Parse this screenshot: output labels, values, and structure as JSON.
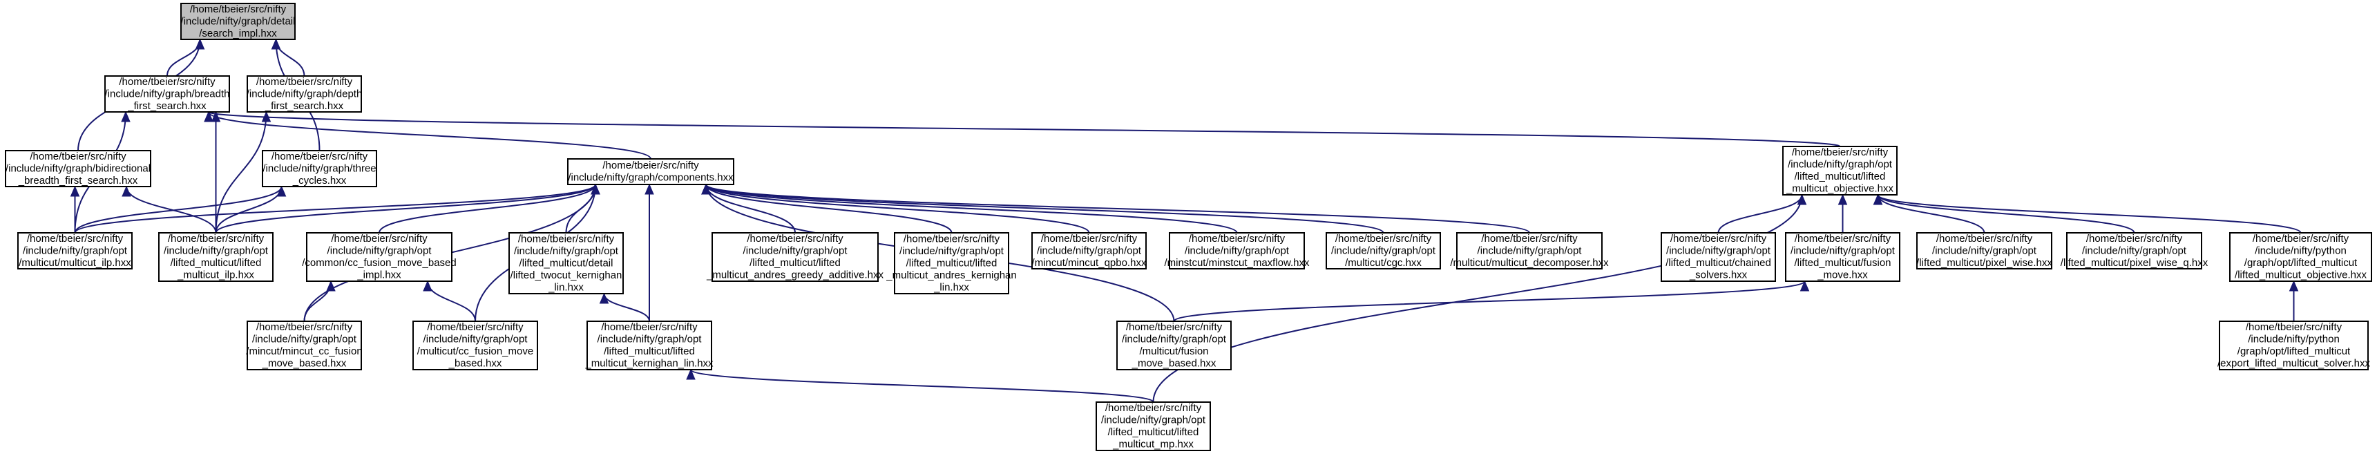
{
  "diagram": {
    "type": "include-dependency-graph",
    "edge_color": "#191970",
    "root_fill": "#bfbfbf",
    "nodes": [
      {
        "id": "search_impl",
        "root": true,
        "lines": [
          "/home/tbeier/src/nifty",
          "/include/nifty/graph/detail",
          "/search_impl.hxx"
        ]
      },
      {
        "id": "breadth_first_search",
        "lines": [
          "/home/tbeier/src/nifty",
          "/include/nifty/graph/breadth",
          "_first_search.hxx"
        ]
      },
      {
        "id": "depth_first_search",
        "lines": [
          "/home/tbeier/src/nifty",
          "/include/nifty/graph/depth",
          "_first_search.hxx"
        ]
      },
      {
        "id": "bidirectional_bfs",
        "lines": [
          "/home/tbeier/src/nifty",
          "/include/nifty/graph/bidirectional",
          "_breadth_first_search.hxx"
        ]
      },
      {
        "id": "three_cycles",
        "lines": [
          "/home/tbeier/src/nifty",
          "/include/nifty/graph/three",
          "_cycles.hxx"
        ]
      },
      {
        "id": "components",
        "lines": [
          "/home/tbeier/src/nifty",
          "/include/nifty/graph/components.hxx"
        ]
      },
      {
        "id": "lifted_multicut_objective",
        "lines": [
          "/home/tbeier/src/nifty",
          "/include/nifty/graph/opt",
          "/lifted_multicut/lifted",
          "_multicut_objective.hxx"
        ]
      },
      {
        "id": "multicut_ilp",
        "lines": [
          "/home/tbeier/src/nifty",
          "/include/nifty/graph/opt",
          "/multicut/multicut_ilp.hxx"
        ]
      },
      {
        "id": "lifted_multicut_ilp",
        "lines": [
          "/home/tbeier/src/nifty",
          "/include/nifty/graph/opt",
          "/lifted_multicut/lifted",
          "_multicut_ilp.hxx"
        ]
      },
      {
        "id": "cc_fusion_move_based_impl",
        "lines": [
          "/home/tbeier/src/nifty",
          "/include/nifty/graph/opt",
          "/common/cc_fusion_move_based",
          "_impl.hxx"
        ]
      },
      {
        "id": "lifted_twocut_kernighan_lin",
        "lines": [
          "/home/tbeier/src/nifty",
          "/include/nifty/graph/opt",
          "/lifted_multicut/detail",
          "/lifted_twocut_kernighan",
          "_lin.hxx"
        ]
      },
      {
        "id": "lifted_multicut_andres_greedy_additive",
        "lines": [
          "/home/tbeier/src/nifty",
          "/include/nifty/graph/opt",
          "/lifted_multicut/lifted",
          "_multicut_andres_greedy_additive.hxx"
        ]
      },
      {
        "id": "lifted_multicut_andres_kernighan_lin",
        "lines": [
          "/home/tbeier/src/nifty",
          "/include/nifty/graph/opt",
          "/lifted_multicut/lifted",
          "_multicut_andres_kernighan",
          "_lin.hxx"
        ]
      },
      {
        "id": "mincut_qpbo",
        "lines": [
          "/home/tbeier/src/nifty",
          "/include/nifty/graph/opt",
          "/mincut/mincut_qpbo.hxx"
        ]
      },
      {
        "id": "minstcut_maxflow",
        "lines": [
          "/home/tbeier/src/nifty",
          "/include/nifty/graph/opt",
          "/minstcut/minstcut_maxflow.hxx"
        ]
      },
      {
        "id": "cgc",
        "lines": [
          "/home/tbeier/src/nifty",
          "/include/nifty/graph/opt",
          "/multicut/cgc.hxx"
        ]
      },
      {
        "id": "multicut_decomposer",
        "lines": [
          "/home/tbeier/src/nifty",
          "/include/nifty/graph/opt",
          "/multicut/multicut_decomposer.hxx"
        ]
      },
      {
        "id": "lifted_multicut_chained_solvers",
        "lines": [
          "/home/tbeier/src/nifty",
          "/include/nifty/graph/opt",
          "/lifted_multicut/chained",
          "_solvers.hxx"
        ]
      },
      {
        "id": "lifted_multicut_fusion_move",
        "lines": [
          "/home/tbeier/src/nifty",
          "/include/nifty/graph/opt",
          "/lifted_multicut/fusion",
          "_move.hxx"
        ]
      },
      {
        "id": "pixel_wise",
        "lines": [
          "/home/tbeier/src/nifty",
          "/include/nifty/graph/opt",
          "/lifted_multicut/pixel_wise.hxx"
        ]
      },
      {
        "id": "pixel_wise_q",
        "lines": [
          "/home/tbeier/src/nifty",
          "/include/nifty/graph/opt",
          "/lifted_multicut/pixel_wise_q.hxx"
        ]
      },
      {
        "id": "python_lifted_multicut_objective",
        "lines": [
          "/home/tbeier/src/nifty",
          "/include/nifty/python",
          "/graph/opt/lifted_multicut",
          "/lifted_multicut_objective.hxx"
        ]
      },
      {
        "id": "mincut_cc_fusion_move_based",
        "lines": [
          "/home/tbeier/src/nifty",
          "/include/nifty/graph/opt",
          "/mincut/mincut_cc_fusion",
          "_move_based.hxx"
        ]
      },
      {
        "id": "multicut_cc_fusion_move_based",
        "lines": [
          "/home/tbeier/src/nifty",
          "/include/nifty/graph/opt",
          "/multicut/cc_fusion_move",
          "_based.hxx"
        ]
      },
      {
        "id": "lifted_multicut_kernighan_lin",
        "lines": [
          "/home/tbeier/src/nifty",
          "/include/nifty/graph/opt",
          "/lifted_multicut/lifted",
          "_multicut_kernighan_lin.hxx"
        ]
      },
      {
        "id": "multicut_fusion_move_based",
        "lines": [
          "/home/tbeier/src/nifty",
          "/include/nifty/graph/opt",
          "/multicut/fusion",
          "_move_based.hxx"
        ]
      },
      {
        "id": "export_lifted_multicut_solver",
        "lines": [
          "/home/tbeier/src/nifty",
          "/include/nifty/python",
          "/graph/opt/lifted_multicut",
          "/export_lifted_multicut_solver.hxx"
        ]
      },
      {
        "id": "lifted_multicut_mp",
        "lines": [
          "/home/tbeier/src/nifty",
          "/include/nifty/graph/opt",
          "/lifted_multicut/lifted",
          "_multicut_mp.hxx"
        ]
      }
    ],
    "edges": [
      [
        "breadth_first_search",
        "search_impl"
      ],
      [
        "depth_first_search",
        "search_impl"
      ],
      [
        "bidirectional_bfs",
        "search_impl"
      ],
      [
        "three_cycles",
        "search_impl"
      ],
      [
        "multicut_ilp",
        "breadth_first_search"
      ],
      [
        "lifted_multicut_ilp",
        "breadth_first_search"
      ],
      [
        "components",
        "breadth_first_search"
      ],
      [
        "lifted_multicut_objective",
        "breadth_first_search"
      ],
      [
        "lifted_multicut_ilp",
        "depth_first_search"
      ],
      [
        "multicut_ilp",
        "bidirectional_bfs"
      ],
      [
        "lifted_multicut_ilp",
        "bidirectional_bfs"
      ],
      [
        "multicut_ilp",
        "three_cycles"
      ],
      [
        "lifted_multicut_ilp",
        "three_cycles"
      ],
      [
        "multicut_ilp",
        "components"
      ],
      [
        "lifted_multicut_ilp",
        "components"
      ],
      [
        "cc_fusion_move_based_impl",
        "components"
      ],
      [
        "lifted_twocut_kernighan_lin",
        "components"
      ],
      [
        "lifted_multicut_andres_greedy_additive",
        "components"
      ],
      [
        "lifted_multicut_andres_kernighan_lin",
        "components"
      ],
      [
        "mincut_qpbo",
        "components"
      ],
      [
        "minstcut_maxflow",
        "components"
      ],
      [
        "cgc",
        "components"
      ],
      [
        "multicut_decomposer",
        "components"
      ],
      [
        "mincut_cc_fusion_move_based",
        "components"
      ],
      [
        "multicut_cc_fusion_move_based",
        "components"
      ],
      [
        "lifted_multicut_kernighan_lin",
        "components"
      ],
      [
        "multicut_fusion_move_based",
        "components"
      ],
      [
        "mincut_cc_fusion_move_based",
        "cc_fusion_move_based_impl"
      ],
      [
        "multicut_cc_fusion_move_based",
        "cc_fusion_move_based_impl"
      ],
      [
        "lifted_multicut_kernighan_lin",
        "lifted_twocut_kernighan_lin"
      ],
      [
        "lifted_multicut_chained_solvers",
        "lifted_multicut_objective"
      ],
      [
        "lifted_multicut_fusion_move",
        "lifted_multicut_objective"
      ],
      [
        "pixel_wise",
        "lifted_multicut_objective"
      ],
      [
        "pixel_wise_q",
        "lifted_multicut_objective"
      ],
      [
        "python_lifted_multicut_objective",
        "lifted_multicut_objective"
      ],
      [
        "lifted_multicut_mp",
        "lifted_multicut_objective"
      ],
      [
        "multicut_fusion_move_based",
        "lifted_multicut_fusion_move"
      ],
      [
        "export_lifted_multicut_solver",
        "python_lifted_multicut_objective"
      ],
      [
        "lifted_multicut_mp",
        "lifted_multicut_kernighan_lin"
      ]
    ]
  }
}
